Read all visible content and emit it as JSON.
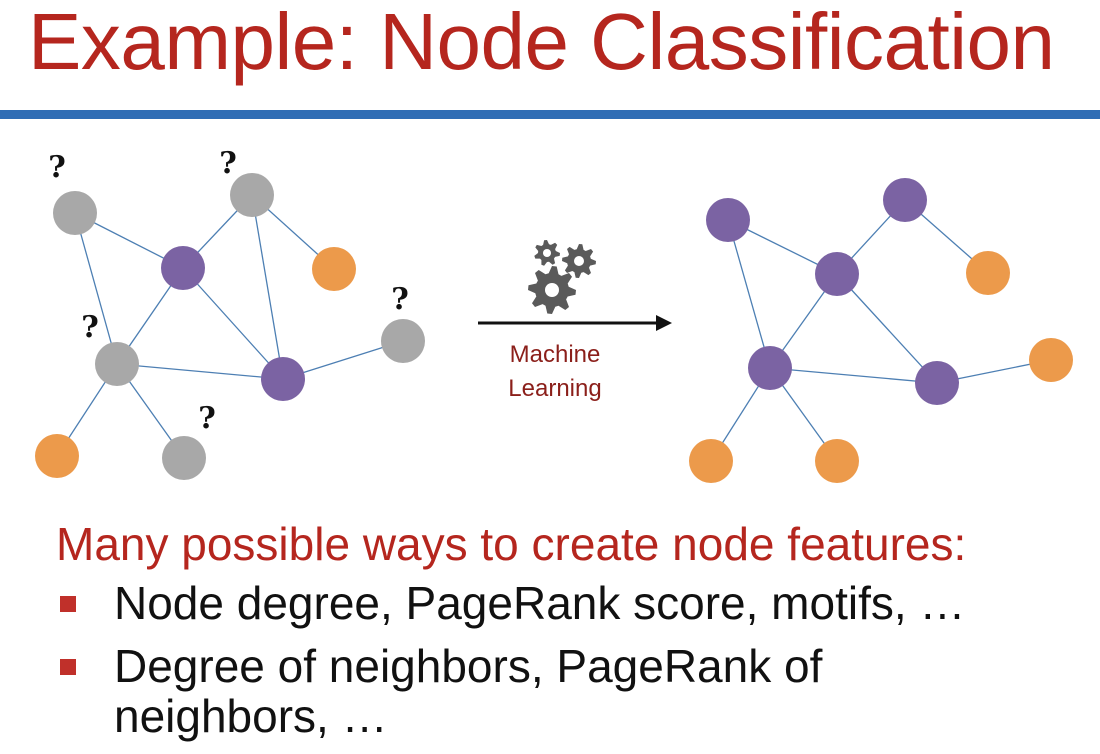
{
  "slide": {
    "title": "Example: Node Classification",
    "subtitle": "Many possible ways to create node features:",
    "bullets": [
      "Node degree, PageRank score, motifs, …",
      "Degree of neighbors, PageRank of neighbors, …"
    ]
  },
  "diagram": {
    "arrow_label_line1": "Machine",
    "arrow_label_line2": "Learning",
    "unknown_marker": "?",
    "gear_icon": "gears-icon",
    "input_graph": {
      "nodes": [
        {
          "id": "a",
          "label": "unknown"
        },
        {
          "id": "b",
          "label": "unknown"
        },
        {
          "id": "c",
          "label": "purple"
        },
        {
          "id": "d",
          "label": "orange"
        },
        {
          "id": "e",
          "label": "unknown"
        },
        {
          "id": "f",
          "label": "unknown"
        },
        {
          "id": "g",
          "label": "purple"
        },
        {
          "id": "h",
          "label": "orange"
        },
        {
          "id": "i",
          "label": "unknown"
        }
      ],
      "edges": [
        [
          "a",
          "c"
        ],
        [
          "a",
          "e"
        ],
        [
          "b",
          "c"
        ],
        [
          "b",
          "g"
        ],
        [
          "b",
          "d"
        ],
        [
          "c",
          "e"
        ],
        [
          "c",
          "g"
        ],
        [
          "e",
          "g"
        ],
        [
          "e",
          "h"
        ],
        [
          "e",
          "i"
        ],
        [
          "g",
          "f"
        ]
      ]
    },
    "output_graph": {
      "nodes": [
        {
          "id": "a",
          "label": "purple"
        },
        {
          "id": "b",
          "label": "purple"
        },
        {
          "id": "c",
          "label": "purple"
        },
        {
          "id": "d",
          "label": "orange"
        },
        {
          "id": "e",
          "label": "purple"
        },
        {
          "id": "f",
          "label": "orange"
        },
        {
          "id": "g",
          "label": "purple"
        },
        {
          "id": "h",
          "label": "orange"
        },
        {
          "id": "i",
          "label": "orange"
        }
      ],
      "edges": [
        [
          "a",
          "c"
        ],
        [
          "a",
          "e"
        ],
        [
          "b",
          "c"
        ],
        [
          "b",
          "d"
        ],
        [
          "c",
          "e"
        ],
        [
          "c",
          "g"
        ],
        [
          "e",
          "g"
        ],
        [
          "e",
          "h"
        ],
        [
          "e",
          "i"
        ],
        [
          "g",
          "f"
        ]
      ]
    }
  },
  "colors": {
    "title": "#b5261e",
    "rule": "#2f6db5",
    "unknown": "#a8a8a8",
    "purple": "#7b63a3",
    "orange": "#ec9a4b",
    "edge": "#4d7fb3",
    "arrow": "#111111",
    "ml_label": "#8b1f1a",
    "gear": "#5a5a5a",
    "bullet_marker": "#c0302a"
  }
}
